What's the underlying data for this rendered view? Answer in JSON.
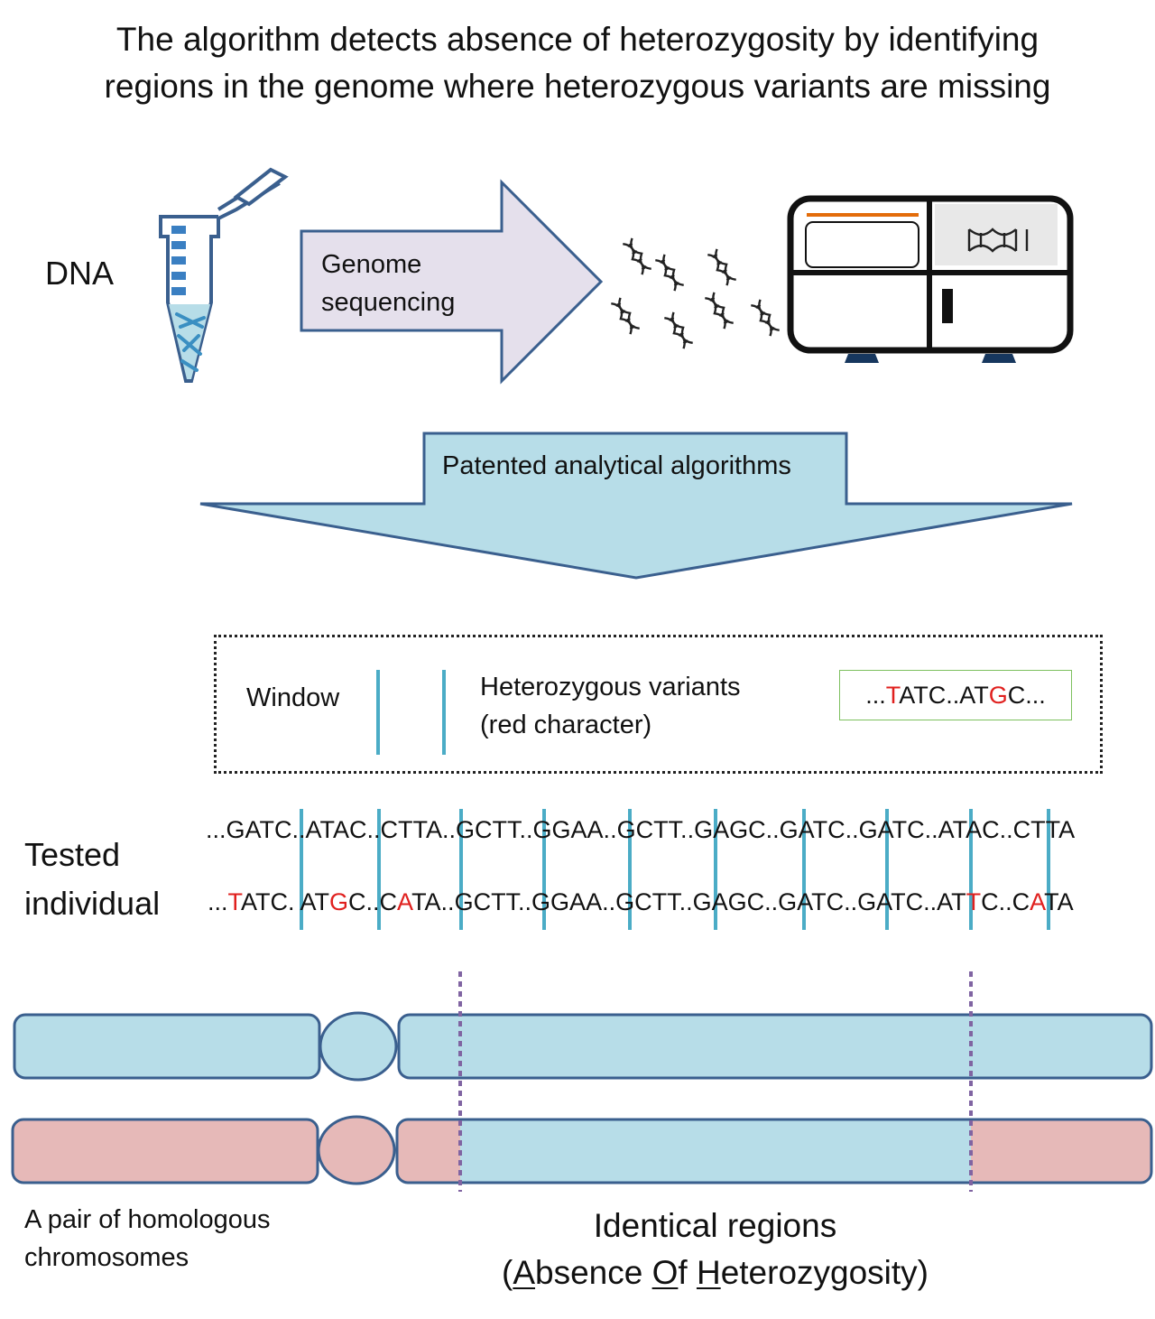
{
  "title": {
    "line1": "The algorithm detects absence of heterozygosity by identifying",
    "line2": "regions in the genome where heterozygous variants are missing"
  },
  "dna_label": "DNA",
  "sequencing_arrow": {
    "line1": "Genome",
    "line2": "sequencing"
  },
  "algorithm_arrow": {
    "label": "Patented analytical algorithms"
  },
  "legend": {
    "window_label": "Window",
    "variants_line1": "Heterozygous variants",
    "variants_line2": "(red character)",
    "example": [
      {
        "text": "...",
        "red": false
      },
      {
        "text": "T",
        "red": true
      },
      {
        "text": "ATC..AT",
        "red": false
      },
      {
        "text": "G",
        "red": true
      },
      {
        "text": "C...",
        "red": false
      }
    ]
  },
  "tested_individual": {
    "line1": "Tested",
    "line2": "individual"
  },
  "sequence_top": [
    {
      "text": "...GATC.",
      "red": false
    },
    {
      "text": ".ATAC.",
      "red": false
    },
    {
      "text": ".CTTA.",
      "red": false
    },
    {
      "text": ".GCTT.",
      "red": false
    },
    {
      "text": ".GGAA.",
      "red": false
    },
    {
      "text": ".GCTT.",
      "red": false
    },
    {
      "text": ".GAGC.",
      "red": false
    },
    {
      "text": ".GATC.",
      "red": false
    },
    {
      "text": ".GATC.",
      "red": false
    },
    {
      "text": ".ATAC.",
      "red": false
    },
    {
      "text": ".CTTA",
      "red": false
    }
  ],
  "sequence_bottom": [
    {
      "text": "...",
      "red": false
    },
    {
      "text": "T",
      "red": true
    },
    {
      "text": "ATC. AT",
      "red": false
    },
    {
      "text": "G",
      "red": true
    },
    {
      "text": "C..C",
      "red": false
    },
    {
      "text": "A",
      "red": true
    },
    {
      "text": "TA..GCTT..GGAA..GCTT..GAGC..GATC..GATC..AT",
      "red": false
    },
    {
      "text": "T",
      "red": true
    },
    {
      "text": "C..C",
      "red": false
    },
    {
      "text": "A",
      "red": true
    },
    {
      "text": "TA",
      "red": false
    }
  ],
  "chromosomes_label": {
    "line1": "A pair of homologous",
    "line2": "chromosomes"
  },
  "identical_regions": {
    "line1": "Identical regions",
    "line2_parts": [
      {
        "text": "(",
        "u": false
      },
      {
        "text": "A",
        "u": true
      },
      {
        "text": "bsence ",
        "u": false
      },
      {
        "text": "O",
        "u": true
      },
      {
        "text": "f ",
        "u": false
      },
      {
        "text": "H",
        "u": true
      },
      {
        "text": "eterozygosity)",
        "u": false
      }
    ]
  },
  "colors": {
    "blue_fill": "#b7dde8",
    "pink_fill": "#e6b9b8",
    "outline": "#3a5f8e",
    "window_line": "#4bacc6",
    "variant_red": "#e0201e",
    "dashed_purple": "#8064a2",
    "sequencer_orange": "#e36c0a",
    "arrow_lavender": "#e5e0ec"
  }
}
